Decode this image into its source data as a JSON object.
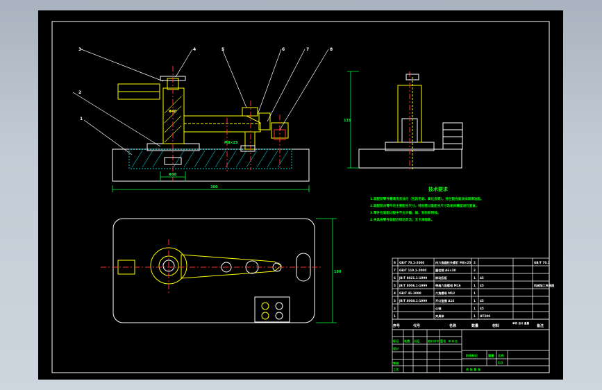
{
  "callouts": [
    "3",
    "4",
    "5",
    "6",
    "7",
    "8",
    "2",
    "1"
  ],
  "dimensions": {
    "width": "300",
    "height_side": "131",
    "height_plan": "180",
    "bore": "Φ38",
    "slot": "Φ48",
    "bolt": "M8×25"
  },
  "tech": {
    "title": "技术要求",
    "lines": [
      "1.装配前零件需清洗去油污（包括毛刺、氧化皮等），并在配合面涂抹润滑油脂。",
      "2.装配前对零件的主要配合尺寸，特别是过盈配合尺寸及相关精度进行复查。",
      "3.零件在装配过程中不允许磕、碰、划伤和锈蚀。",
      "4.夹具各零件装配后转动灵活，无卡滞现象。"
    ]
  },
  "bom": {
    "rows": [
      {
        "no": "8",
        "code": "GB/T 70.1-2000",
        "name": "内六角圆柱头螺钉 M8×25",
        "qty": "2",
        "mat": "",
        "note": "GB/T 70.1"
      },
      {
        "no": "7",
        "code": "GB/T 119.1-2000",
        "name": "圆柱销 A6×30",
        "qty": "2",
        "mat": "",
        "note": ""
      },
      {
        "no": "6",
        "code": "JB/T 8021.1-1999",
        "name": "移动压板",
        "qty": "1",
        "mat": "45",
        "note": ""
      },
      {
        "no": "5",
        "code": "JB/T 8006.1-1999",
        "name": "带肩六角螺母 M16",
        "qty": "1",
        "mat": "45",
        "note": ""
      },
      {
        "no": "4",
        "code": "GB/T 41-2000",
        "name": "六角螺母 M12",
        "qty": "1",
        "mat": "",
        "note": ""
      },
      {
        "no": "3",
        "code": "JB/T 8008.1-1999",
        "name": "开口垫圈 A16",
        "qty": "1",
        "mat": "45",
        "note": ""
      },
      {
        "no": "2",
        "code": "",
        "name": "心轴",
        "qty": "1",
        "mat": "45",
        "note": ""
      },
      {
        "no": "1",
        "code": "",
        "name": "夹具体",
        "qty": "1",
        "mat": "HT200",
        "note": ""
      }
    ],
    "headers": [
      "序号",
      "代号",
      "名称",
      "数量",
      "材料",
      "单件 总计 重量",
      "备注"
    ],
    "side_note": "机械加工夹具图"
  },
  "title_block": {
    "labels": [
      "标记",
      "处数",
      "分区",
      "更改文件号",
      "签名",
      "年.月.日"
    ],
    "roles": [
      "设计",
      "审核",
      "工艺"
    ],
    "stage": "阶段标记",
    "weight": "重量",
    "scale": "比例",
    "scale_val": "1:1",
    "sheet": "共 张 第 张"
  },
  "colors": {
    "frame": "#ffffff",
    "part": "#ffffff",
    "highlight": "#ffff00",
    "center": "#ff3030",
    "dimension": "#00ff40",
    "hatch": "#00c8c8",
    "text_green": "#00ff00"
  }
}
